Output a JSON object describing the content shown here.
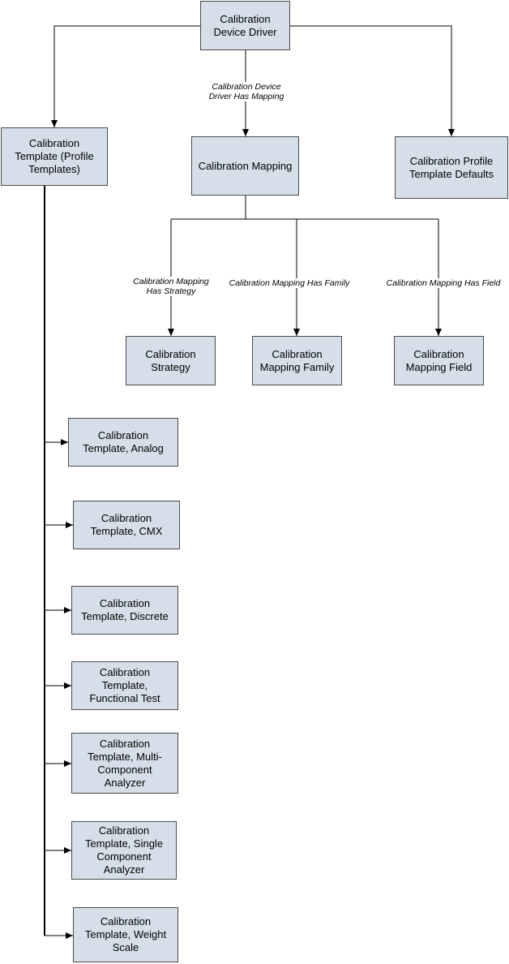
{
  "nodes": {
    "device_driver": "Calibration\nDevice Driver",
    "template_profile": "Calibration\nTemplate (Profile\nTemplates)",
    "mapping": "Calibration Mapping",
    "profile_defaults": "Calibration Profile\nTemplate Defaults",
    "strategy": "Calibration\nStrategy",
    "mapping_family": "Calibration\nMapping Family",
    "mapping_field": "Calibration\nMapping Field",
    "t_analog": "Calibration\nTemplate, Analog",
    "t_cmx": "Calibration\nTemplate, CMX",
    "t_discrete": "Calibration\nTemplate, Discrete",
    "t_functional": "Calibration\nTemplate,\nFunctional Test",
    "t_multi": "Calibration\nTemplate, Multi-\nComponent\nAnalyzer",
    "t_single": "Calibration\nTemplate, Single\nComponent\nAnalyzer",
    "t_weight": "Calibration\nTemplate, Weight\nScale"
  },
  "edges": {
    "driver_has_mapping": "Calibration Device\nDriver Has Mapping",
    "mapping_has_strategy": "Calibration Mapping\nHas Strategy",
    "mapping_has_family": "Calibration Mapping Has Family",
    "mapping_has_field": "Calibration Mapping Has Field"
  },
  "colors": {
    "node_fill": "#d6dfe9",
    "node_border": "#4a4a4a",
    "line": "#000000"
  }
}
